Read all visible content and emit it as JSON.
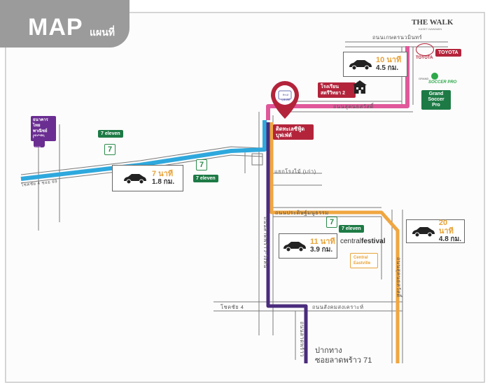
{
  "header": {
    "title": "MAP",
    "subtitle": "แผนที่"
  },
  "landmarks": {
    "thewalk_logo": "THE WALK",
    "thewalk_sub": "KASET-NAWAMIN",
    "toyota_word": "TOYOTA",
    "toyota_tag": "TOYOTA",
    "soccer_logo_small": "GRAND",
    "soccer_logo": "SOCCER PRO",
    "soccer_tag": "Grand Soccer Pro",
    "school_tag": "โรงเรียนสตรีวิทยา 2",
    "destination_tag": "ติดทะเลซีฟู้ดบุฟเฟ่ต์",
    "logo_text": "ทะเล บุฟเฟ่ต์",
    "scb_tag": "ธนาคารไทยพาณิชย์ (SCB)",
    "scb_logo": "SCB",
    "seven_left_tag": "7 eleven",
    "seven_mid_tag": "7 eleven",
    "seven_right_tag": "7 eleven",
    "central_logo_a": "central",
    "central_logo_b": "festival",
    "central_tag": "Central Eastville",
    "pakthang": "ปากทาง",
    "ladprao": "ซอยลาดพร้าว 71"
  },
  "roads": {
    "kaset_nawamin": "ถนนเกษตรนวมินทร์",
    "sukontasawat_top": "ถนนสุคนธสวัสดิ์",
    "sriwara": "ถนนศรีวรา",
    "chokchai_left": "โชคชัย 4 ซอย 69",
    "paek_rong_mai": "แยกโรงไม้ (เก่า)",
    "pradit_manutham": "ถนนประดิษฐ์มนูธรรม",
    "lat_phrao_wanghin": "ถนนลาดพร้าว-วังหิน",
    "sukontasawat_right": "ถนนสุคนธสวัสดิ์",
    "chokchai": "โชคชัย 4",
    "songkhro": "ถนนสังคมสงเคราะห์",
    "lat_phrao_bottom": "ถนนลาดพร้าว"
  },
  "routes": [
    {
      "minutes": "10 นาที",
      "distance": "4.5 กม."
    },
    {
      "minutes": "7 นาที",
      "distance": "1.8 กม."
    },
    {
      "minutes": "11 นาที",
      "distance": "3.9 กม."
    },
    {
      "minutes": "20 นาที",
      "distance": "4.8 กม."
    }
  ],
  "colors": {
    "route_pink": "#e0589a",
    "route_blue": "#2ea8dd",
    "route_orange": "#f0a640",
    "route_purple": "#4a2b7c",
    "pin_red": "#b3243b",
    "brand_green": "#1d7a45"
  }
}
